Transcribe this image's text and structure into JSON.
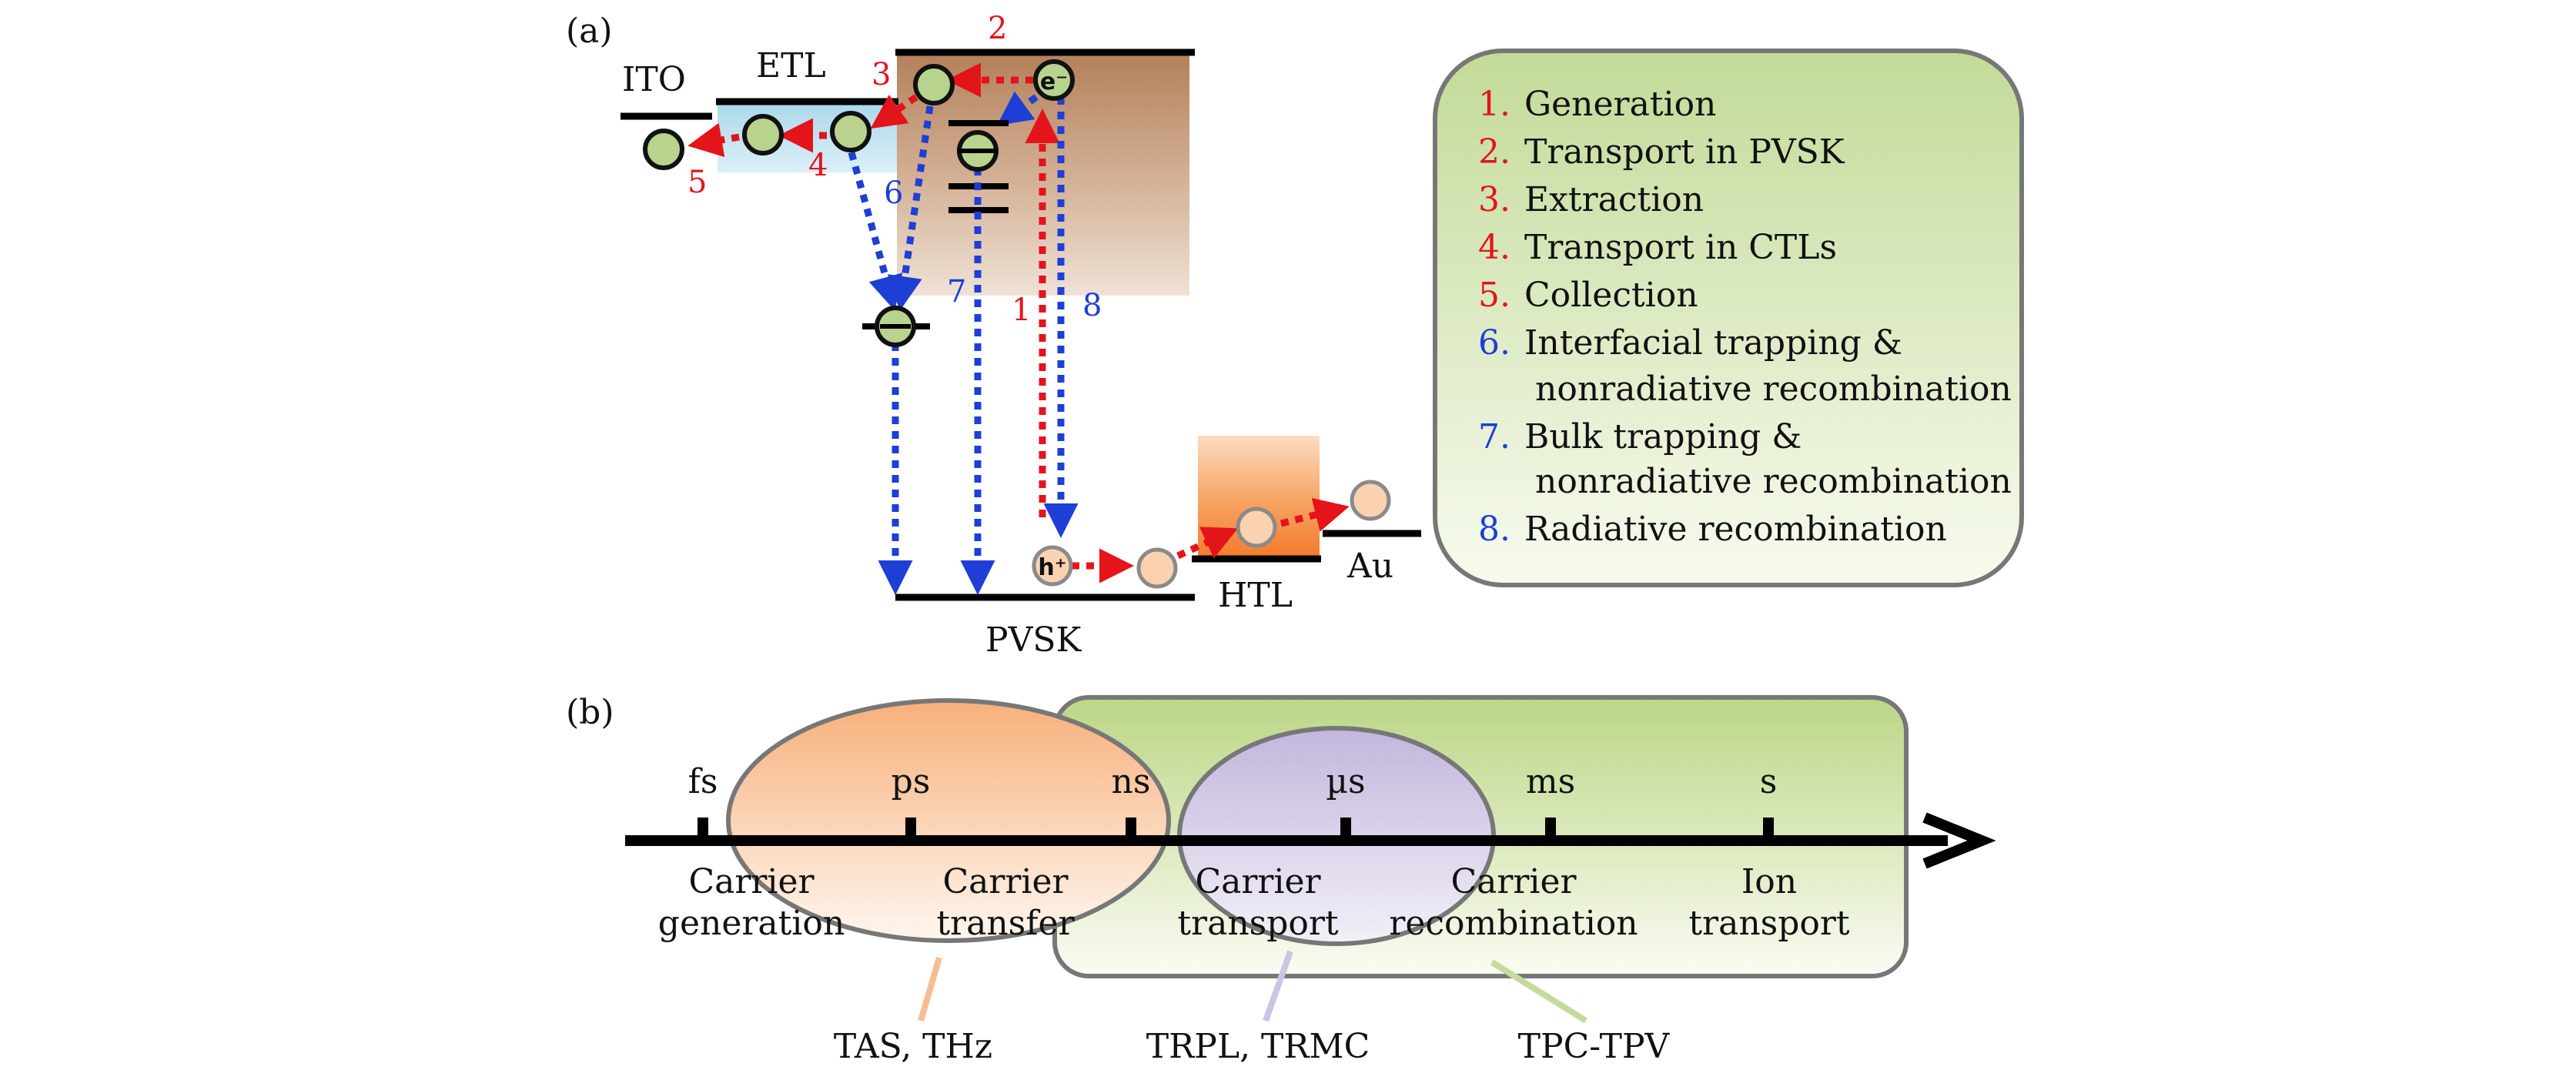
{
  "panel_a": {
    "panel_label": "(a)",
    "layers": {
      "ito": "ITO",
      "etl": "ETL",
      "pvsk": "PVSK",
      "htl": "HTL",
      "au": "Au"
    },
    "carriers": {
      "electron": "e⁻",
      "hole": "h⁺"
    },
    "process_numbers": {
      "n1": "1",
      "n2": "2",
      "n3": "3",
      "n4": "4",
      "n5": "5",
      "n6": "6",
      "n7": "7",
      "n8": "8"
    },
    "legend": [
      {
        "num": "1.",
        "text": "Generation",
        "color": "#e4141b"
      },
      {
        "num": "2.",
        "text": "Transport in PVSK",
        "color": "#e4141b"
      },
      {
        "num": "3.",
        "text": "Extraction",
        "color": "#e4141b"
      },
      {
        "num": "4.",
        "text": "Transport in CTLs",
        "color": "#e4141b"
      },
      {
        "num": "5.",
        "text": "Collection",
        "color": "#e4141b"
      },
      {
        "num": "6.",
        "text": "Interfacial trapping &",
        "text2": "nonradiative recombination",
        "color": "#1d3fd6"
      },
      {
        "num": "7.",
        "text": "Bulk trapping &",
        "text2": "nonradiative recombination",
        "color": "#1d3fd6"
      },
      {
        "num": "8.",
        "text": "Radiative recombination",
        "color": "#1d3fd6"
      }
    ]
  },
  "panel_b": {
    "panel_label": "(b)",
    "time_ticks": [
      "fs",
      "ps",
      "ns",
      "µs",
      "ms",
      "s"
    ],
    "processes": [
      {
        "line1": "Carrier",
        "line2": "generation"
      },
      {
        "line1": "Carrier",
        "line2": "transfer"
      },
      {
        "line1": "Carrier",
        "line2": "transport"
      },
      {
        "line1": "Carrier",
        "line2": "recombination"
      },
      {
        "line1": "Ion",
        "line2": "transport"
      }
    ],
    "techniques": [
      "TAS, THz",
      "TRPL, TRMC",
      "TPC-TPV"
    ]
  },
  "colors": {
    "red_arrow": "#e4141b",
    "blue_arrow": "#1d3fd6",
    "electron_fill": "#b8d38e",
    "hole_fill": "#fbd2b0",
    "legend_box": "#d3e4ad",
    "orange_ellipse": "#f8b98a",
    "purple_ellipse": "#cbc0e0",
    "green_box": "#c4db92"
  }
}
